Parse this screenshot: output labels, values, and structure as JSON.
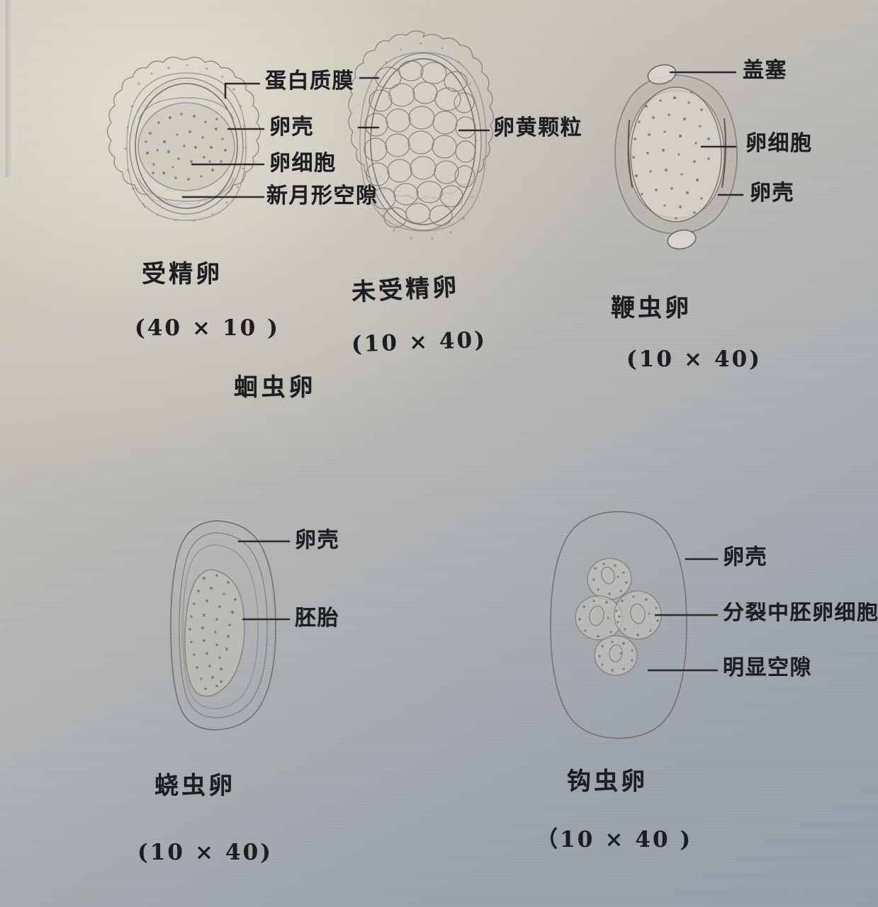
{
  "page": {
    "kind": "hand-drawn-notebook-diagram",
    "subject": "Intestinal nematode eggs — comparative morphology sketches",
    "paper_color": "#cdc8bd",
    "ink_color": "#191a1e",
    "pencil_color": "#6e6a63"
  },
  "figures": [
    {
      "id": "fertilized-ascaris-egg",
      "caption": "受精卵",
      "magnification": "(40 × 10 )",
      "labels": [
        {
          "id": "protein-membrane",
          "text": "蛋白质膜"
        },
        {
          "id": "egg-shell",
          "text": "卵壳"
        },
        {
          "id": "egg-cell",
          "text": "卵细胞"
        },
        {
          "id": "crescent-gap",
          "text": "新月形空隙"
        }
      ]
    },
    {
      "id": "unfertilized-ascaris-egg",
      "caption": "未受精卵",
      "magnification": "(10 × 40)",
      "labels": [
        {
          "id": "yolk-granules",
          "text": "卵黄颗粒"
        }
      ]
    },
    {
      "id": "whipworm-egg",
      "caption": "鞭虫卵",
      "magnification": "(10 × 40)",
      "labels": [
        {
          "id": "polar-plug",
          "text": "盖塞"
        },
        {
          "id": "egg-cell",
          "text": "卵细胞"
        },
        {
          "id": "egg-shell",
          "text": "卵壳"
        }
      ]
    },
    {
      "id": "pinworm-egg",
      "caption": "蛲虫卵",
      "magnification": "(10 × 40)",
      "labels": [
        {
          "id": "egg-shell",
          "text": "卵壳"
        },
        {
          "id": "embryo",
          "text": "胚胎"
        }
      ]
    },
    {
      "id": "hookworm-egg",
      "caption": "钩虫卵",
      "magnification": "（10 × 40 )",
      "labels": [
        {
          "id": "egg-shell",
          "text": "卵壳"
        },
        {
          "id": "dividing-cells",
          "text": "分裂中胚卵细胞"
        },
        {
          "id": "clear-space",
          "text": "明显空隙"
        }
      ]
    }
  ],
  "group_caption": {
    "id": "ascaris-egg-group",
    "text": "蛔虫卵"
  }
}
